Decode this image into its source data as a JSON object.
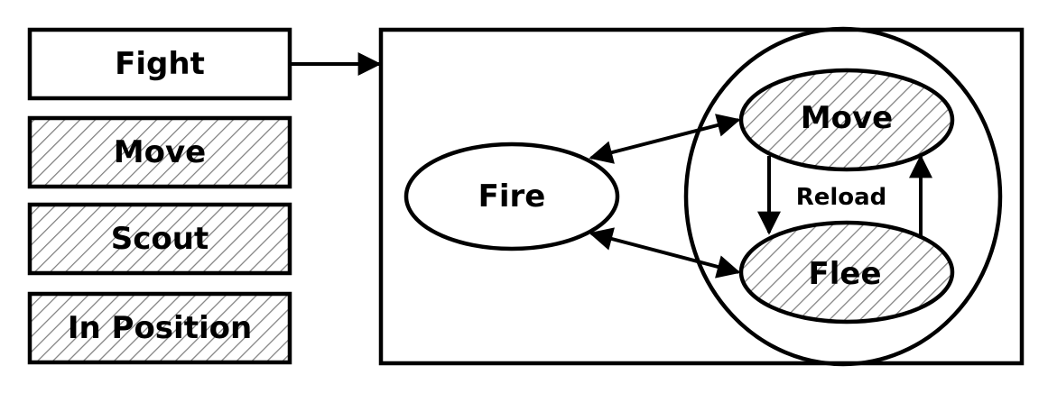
{
  "left_boxes": {
    "fight": "Fight",
    "move": "Move",
    "scout": "Scout",
    "in_position": "In Position"
  },
  "inner_states": {
    "fire": "Fire",
    "move": "Move",
    "flee": "Flee"
  },
  "transitions": {
    "reload": "Reload"
  },
  "colors": {
    "stroke": "#000000",
    "background": "#ffffff",
    "hatch": "#808080"
  }
}
